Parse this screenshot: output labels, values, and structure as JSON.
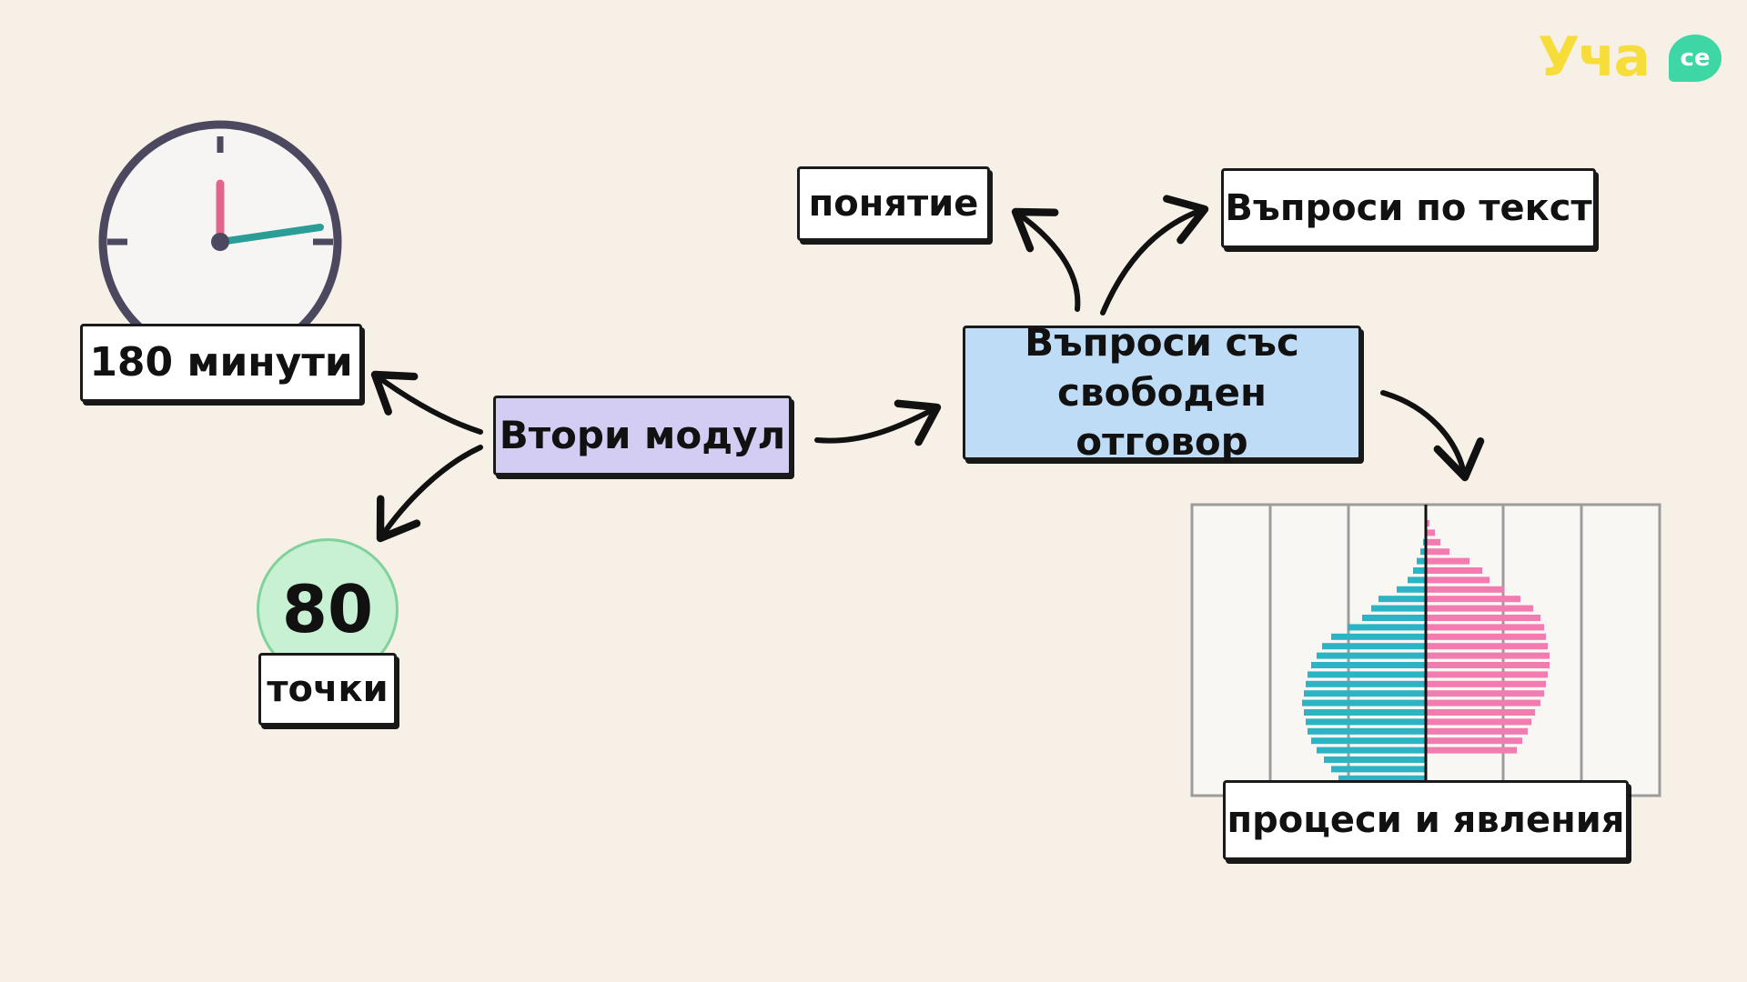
{
  "logo": {
    "text": "Уча",
    "badge": "се"
  },
  "labels": {
    "minutes": "180 минути",
    "module": "Втори модул",
    "free_response": [
      "Въпроси със",
      "свободен отговор"
    ],
    "concept": "понятие",
    "text_questions": "Въпроси по текст",
    "processes": "процеси и явления",
    "points_value": "80",
    "points_unit": "точки"
  },
  "icons": [
    "clock-icon",
    "population-pyramid-icon"
  ],
  "colors": {
    "background": "#f6f0e6",
    "module_fill": "#d3cdf4",
    "free_response_fill": "#bfdcf6",
    "points_fill": "#c8f0d2",
    "pyramid_left": "#2bb5c4",
    "pyramid_right": "#f27bb0",
    "clock_hour_hand": "#e0668c",
    "clock_minute_hand": "#2a9d96",
    "logo": "#f7dd3a"
  }
}
